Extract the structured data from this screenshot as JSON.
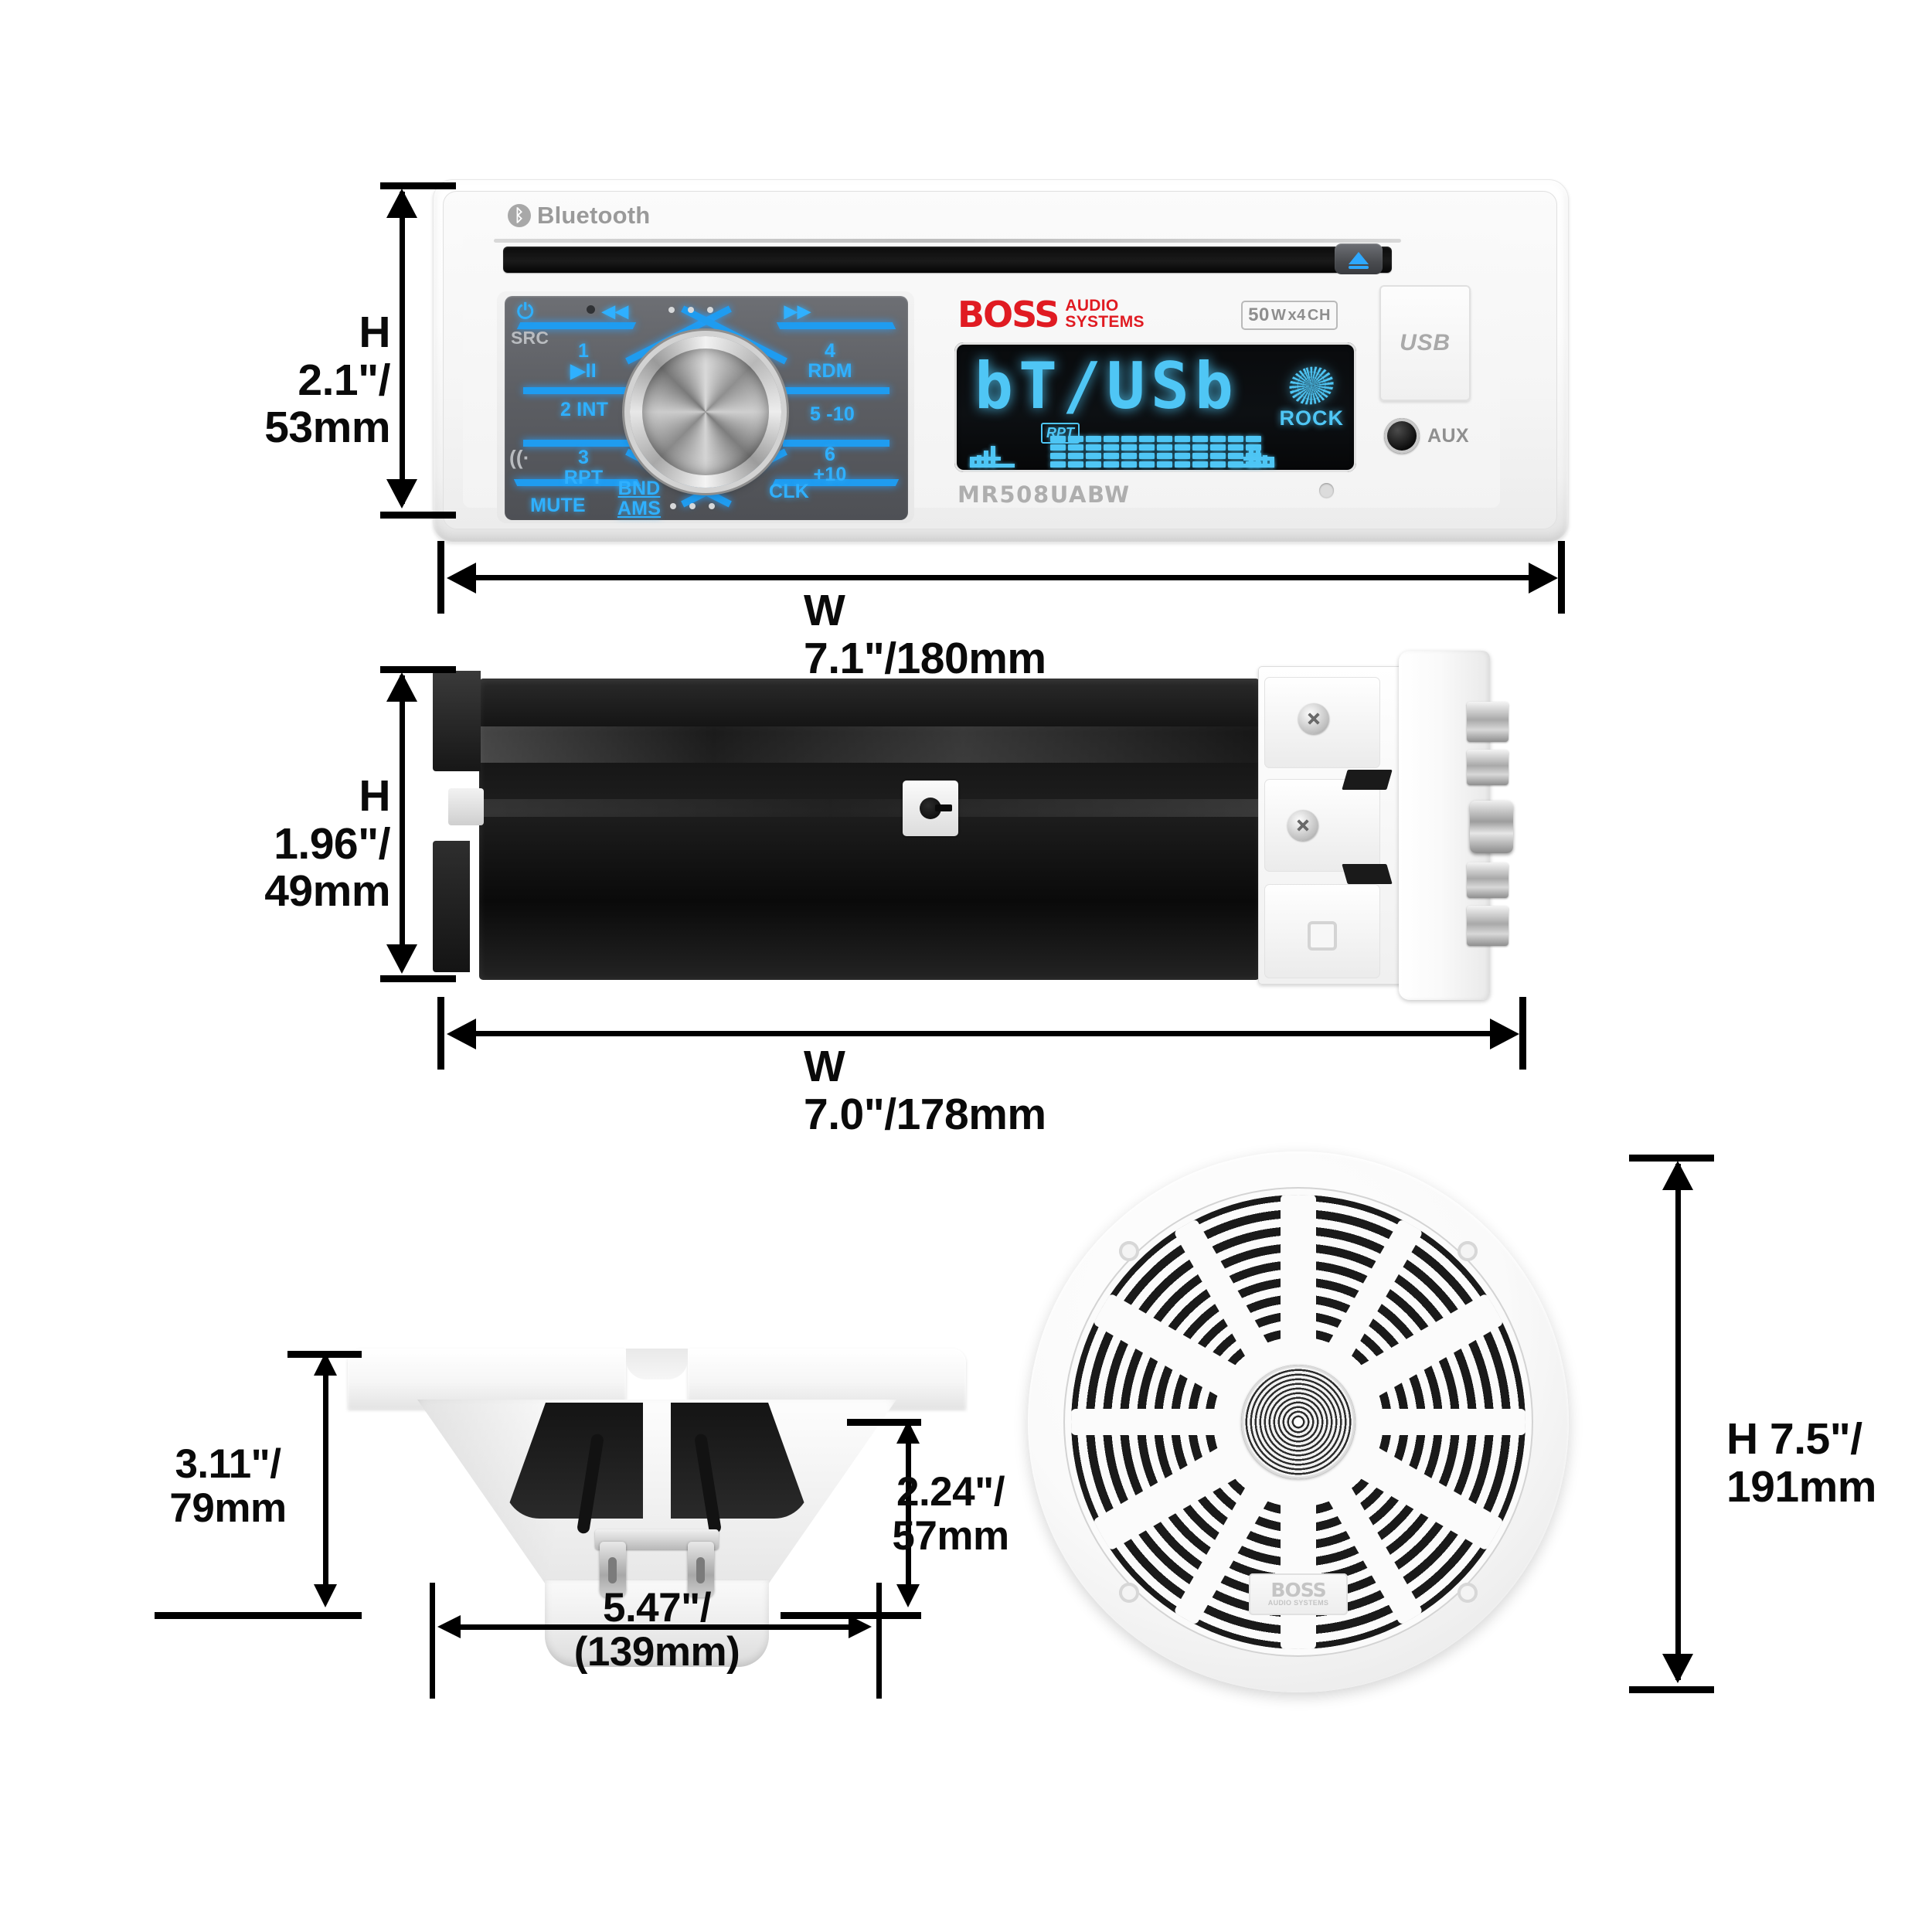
{
  "head_unit": {
    "brand_name": "BOSS",
    "brand_line1": "AUDIO",
    "brand_line2": "SYSTEMS",
    "bluetooth_label": "Bluetooth",
    "power_badge_watt": "50",
    "power_badge_w": "W",
    "power_badge_x": "x4",
    "power_badge_ch": "CH",
    "model_number": "MR508UABW",
    "usb_label": "USB",
    "aux_label": "AUX",
    "display": {
      "main_text": "bT/USb",
      "repeat_indicator": "RPT",
      "eq_preset": "ROCK"
    },
    "buttons": {
      "src": "SRC",
      "preset1": "1\n▶II",
      "preset2": "2 INT",
      "preset3": "3\nRPT",
      "preset4": "4\nRDM",
      "preset5": "5  -10",
      "preset6": "6\n+10",
      "mute": "MUTE",
      "band": "BND\nAMS",
      "clock": "CLK",
      "prev": "◀◀",
      "next": "▶▶",
      "power": "⏻",
      "eject": "eject"
    }
  },
  "dimensions": {
    "head_unit_height": "H 2.1\"/\n53mm",
    "head_unit_width": "W 7.1\"/180mm",
    "chassis_height": "H 1.96\"/\n49mm",
    "chassis_width": "W 7.0\"/178mm",
    "speaker_depth": "3.11\"/\n79mm",
    "speaker_mount_depth": "2.24\"/\n57mm",
    "speaker_cutout_width": "5.47\"/\n(139mm)",
    "speaker_front_height": "H 7.5\"/\n191mm"
  },
  "speaker": {
    "logo_brand": "BOSS",
    "logo_sub": "AUDIO SYSTEMS"
  },
  "colors": {
    "brand_red": "#e01b22",
    "display_cyan": "#4fc6f5",
    "button_blue": "#2fb0ff",
    "dimension_black": "#0a0a0a"
  }
}
